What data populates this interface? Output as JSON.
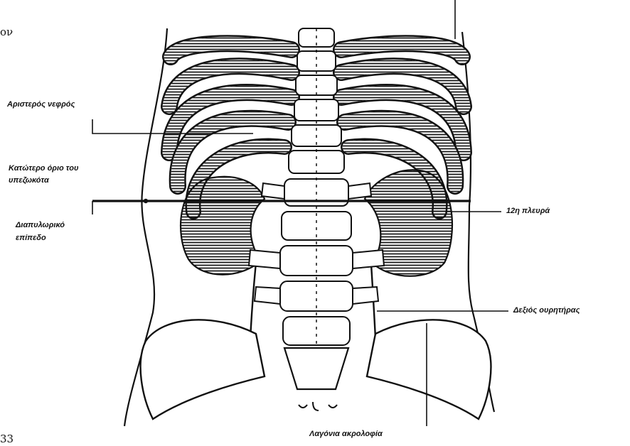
{
  "page": {
    "corner_top_left": "ον",
    "corner_bottom_left": "33"
  },
  "labels": {
    "left_kidney": "Αριστερός νεφρός",
    "pleura_lower_limit_line1": "Κατώτερο όριο του",
    "pleura_lower_limit_line2": "υπεζωκότα",
    "transpyloric_plane_line1": "Διαπυλωρικό",
    "transpyloric_plane_line2": "επίπεδο",
    "twelfth_rib": "12η πλευρά",
    "right_ureter": "Δεξιός ουρητήρας",
    "iliac_crest": "Λαγόνια ακρολοφία"
  },
  "colors": {
    "ink": "#111111",
    "paper": "#ffffff"
  }
}
